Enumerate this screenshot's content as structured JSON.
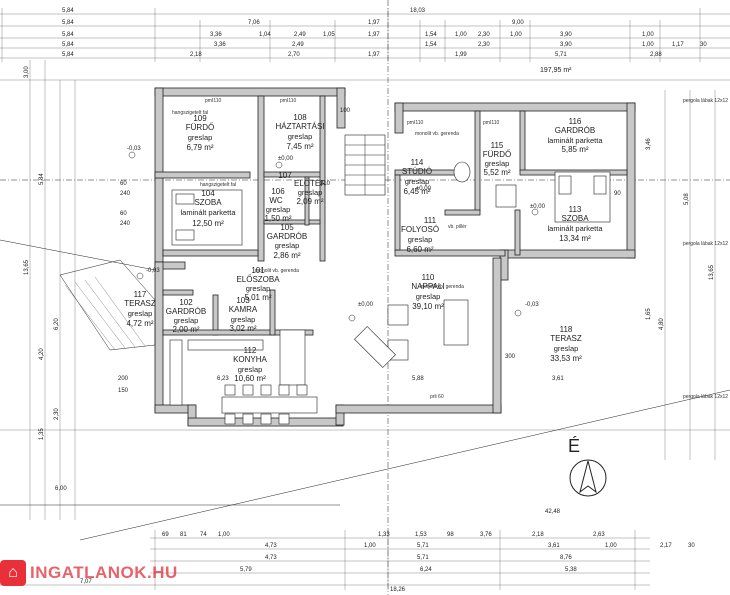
{
  "plan": {
    "total_area": "197,95 m²",
    "north_letter": "É",
    "watermark": "INGATLANOK.HU",
    "top_dims": {
      "row0": [
        "5,84",
        "18,03"
      ],
      "row1": [
        "5,84",
        "7,06",
        "1,97",
        "9,00"
      ],
      "row2": [
        "5,84",
        "3,36",
        "1,04",
        "2,49",
        "1,05",
        "1,97",
        "1,54",
        "1,00",
        "2,30",
        "1,00",
        "3,90",
        "1,00"
      ],
      "row3": [
        "5,84",
        "3,36",
        "2,49",
        "1,54",
        "2,30",
        "3,90",
        "1,00",
        "1,17",
        "30"
      ],
      "row4": [
        "5,84",
        "2,18",
        "2,70",
        "1,97",
        "1,99",
        "5,71",
        "2,88"
      ]
    },
    "bottom_dims": {
      "row1": [
        "69",
        "81",
        "74",
        "1,00",
        "1,33",
        "1,53",
        "98",
        "3,76",
        "2,18",
        "2,63"
      ],
      "row2": [
        "4,73",
        "1,00",
        "5,71",
        "3,61",
        "1,00",
        "2,17",
        "30"
      ],
      "row3": [
        "4,73",
        "5,71",
        "8,76"
      ],
      "row4": [
        "5,79",
        "6,24",
        "5,38"
      ],
      "row5": [
        "7,07",
        "18,26"
      ]
    },
    "left_dims": [
      "3,00",
      "5,84",
      "13,65",
      "4,20",
      "6,20",
      "2,30",
      "1,35"
    ],
    "right_dims": [
      "3,46",
      "5,08",
      "4,80",
      "1,65",
      "13,65"
    ],
    "levels": [
      "-0,03",
      "±0,00",
      "±0,00",
      "±0,00",
      "-0,03",
      "-0,03",
      "±0,00"
    ],
    "misc_labels": {
      "dim_60": "60",
      "dim_240": "240",
      "dim_210": "210",
      "dim_100": "100",
      "dim_90": "90",
      "dim_300": "300",
      "dim_200": "200",
      "dim_150": "150",
      "pergola1": "pergola lábak 12x12",
      "pergola2": "pergola lábak 12x12",
      "pergola3": "pergola lábak 12x12",
      "monolit1": "monolit vb. gerenda",
      "monolit2": "monolit vb. gerenda",
      "monolit3": "monolit vb. gerenda",
      "vb_piller": "vb. pillér",
      "hangszigetelt1": "hangszigetelt fal",
      "hangszigetelt2": "hangszigetelt fal",
      "pmI110_a": "pmI110",
      "pmI110_b": "pmI110",
      "pmI110_c": "pmI110",
      "pmI110_d": "pmI110",
      "prli": "prli 60",
      "dim_623": "6,23",
      "dim_588": "5,88",
      "dim_361": "3,61",
      "dim_600": "6,00",
      "dim_4248": "42,48"
    },
    "rooms": [
      {
        "num": "109",
        "name": "FÜRDŐ",
        "floor": "greslap",
        "area": "6,79 m²"
      },
      {
        "num": "108",
        "name": "HÁZTARTÁSI",
        "floor": "greslap",
        "area": "7,45 m²"
      },
      {
        "num": "104",
        "name": "SZOBA",
        "floor": "laminált parketta",
        "area": "12,50 m²"
      },
      {
        "num": "107",
        "name": "ELŐTÉR",
        "floor": "greslap",
        "area": "2,09 m²"
      },
      {
        "num": "106",
        "name": "WC",
        "floor": "greslap",
        "area": "1,50 m²"
      },
      {
        "num": "105",
        "name": "GARDRÓB",
        "floor": "greslap",
        "area": "2,86 m²"
      },
      {
        "num": "101",
        "name": "ELŐSZOBA",
        "floor": "greslap",
        "area": "5,01 m²"
      },
      {
        "num": "102",
        "name": "GARDRÓB",
        "floor": "greslap",
        "area": "2,00 m²"
      },
      {
        "num": "103",
        "name": "KAMRA",
        "floor": "greslap",
        "area": "3,02 m²"
      },
      {
        "num": "117",
        "name": "TERASZ",
        "floor": "greslap",
        "area": "4,72 m²"
      },
      {
        "num": "112",
        "name": "KONYHA",
        "floor": "greslap",
        "area": "10,60 m²"
      },
      {
        "num": "110",
        "name": "NAPPALI",
        "floor": "greslap",
        "area": "39,10 m²"
      },
      {
        "num": "114",
        "name": "STÚDIÓ",
        "floor": "greslap",
        "area": "6,45 m²"
      },
      {
        "num": "115",
        "name": "FÜRDŐ",
        "floor": "greslap",
        "area": "5,52 m²"
      },
      {
        "num": "116",
        "name": "GARDRÓB",
        "floor": "laminált parketta",
        "area": "5,85 m²"
      },
      {
        "num": "113",
        "name": "SZOBA",
        "floor": "laminált parketta",
        "area": "13,34 m²"
      },
      {
        "num": "111",
        "name": "FOLYOSÓ",
        "floor": "greslap",
        "area": "6,60 m²"
      },
      {
        "num": "118",
        "name": "TERASZ",
        "floor": "greslap",
        "area": "33,53 m²"
      }
    ]
  }
}
